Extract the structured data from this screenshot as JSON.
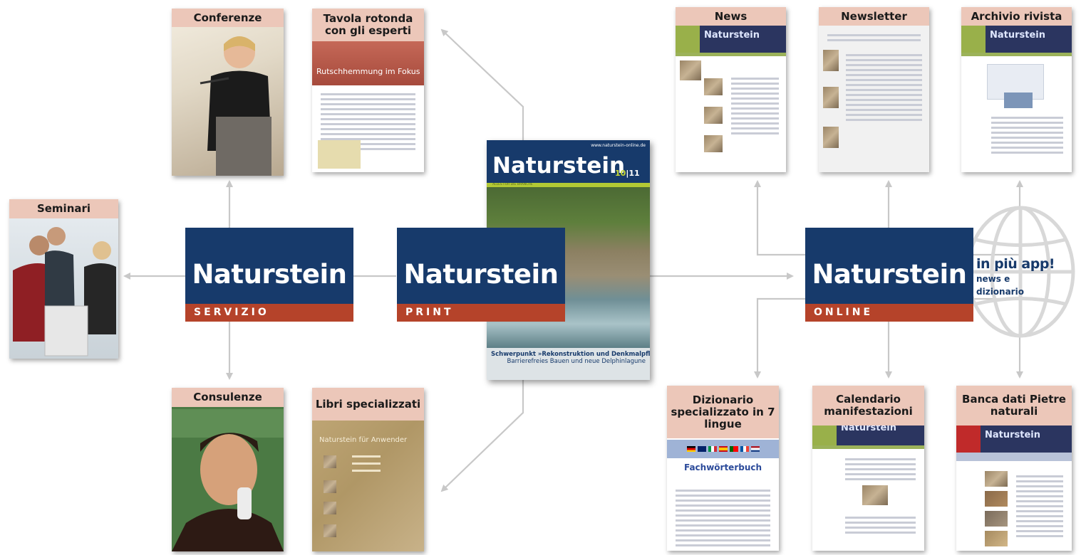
{
  "hubs": {
    "servizio": {
      "name": "Naturstein",
      "sub": "SERVIZIO"
    },
    "print": {
      "name": "Naturstein",
      "sub": "PRINT"
    },
    "online": {
      "name": "Naturstein",
      "sub": "ONLINE"
    }
  },
  "servizio_items": {
    "conferenze": "Conferenze",
    "tavola": "Tavola rotonda con gli esperti",
    "tavola_headline": "Rutschhemmung im Fokus",
    "seminari": "Seminari",
    "consulenze": "Consulenze",
    "libri": "Libri specializzati",
    "libri_book_title": "Naturstein für Anwender"
  },
  "magazine": {
    "title": "Naturstein",
    "url": "www.naturstein-online.de",
    "issue_a": "10",
    "issue_b": "11",
    "tagline": "ALLES FÜR DIE BRANCHE",
    "footer_line1": "Schwerpunkt »Rekonstruktion und Denkmalpflege«",
    "footer_line2": "Barrierefreies Bauen und neue Delphinlagune"
  },
  "online_items": {
    "news": "News",
    "newsletter": "Newsletter",
    "archivio": "Archivio rivista",
    "dizionario": "Dizionario specializzato in 7 lingue",
    "dizionario_page": "Fachwörterbuch",
    "calendario": "Calendario manifestazioni",
    "banca": "Banca dati Pietre naturali",
    "web_logo": "Naturstein"
  },
  "app": {
    "headline": "in più app!",
    "line1": "news e",
    "line2": "dizionario"
  },
  "colors": {
    "navy": "#173a6b",
    "rust": "#b5432a",
    "label_bg": "#ecc7b9",
    "arrow": "#c8c8c8"
  }
}
